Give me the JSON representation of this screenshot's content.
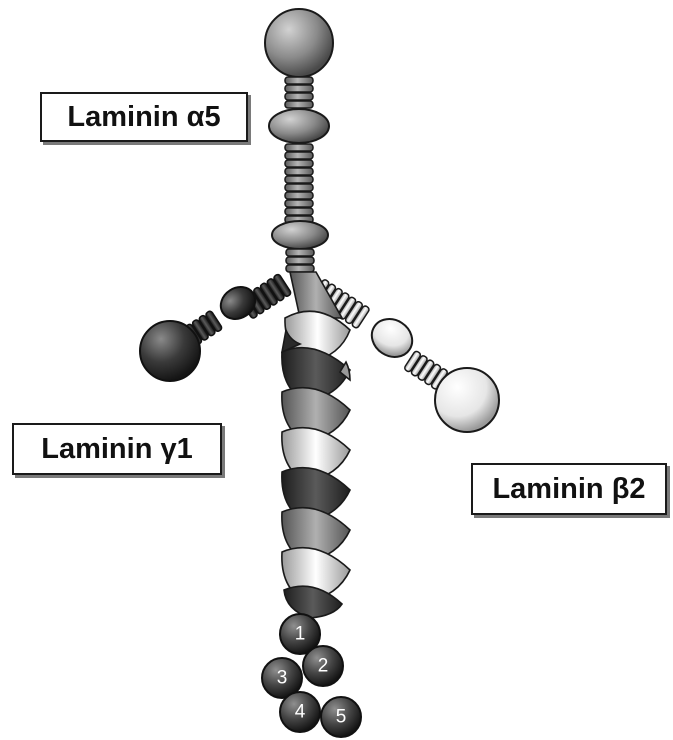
{
  "labels": {
    "alpha": "Laminin α5",
    "gamma": "Laminin γ1",
    "beta": "Laminin β2"
  },
  "lg_domains": [
    "1",
    "2",
    "3",
    "4",
    "5"
  ],
  "colors": {
    "alpha_chain": "#8f8f8f",
    "gamma_chain": "#3a3a3a",
    "beta_chain": "#efefef",
    "outline": "#1a1a1a"
  }
}
